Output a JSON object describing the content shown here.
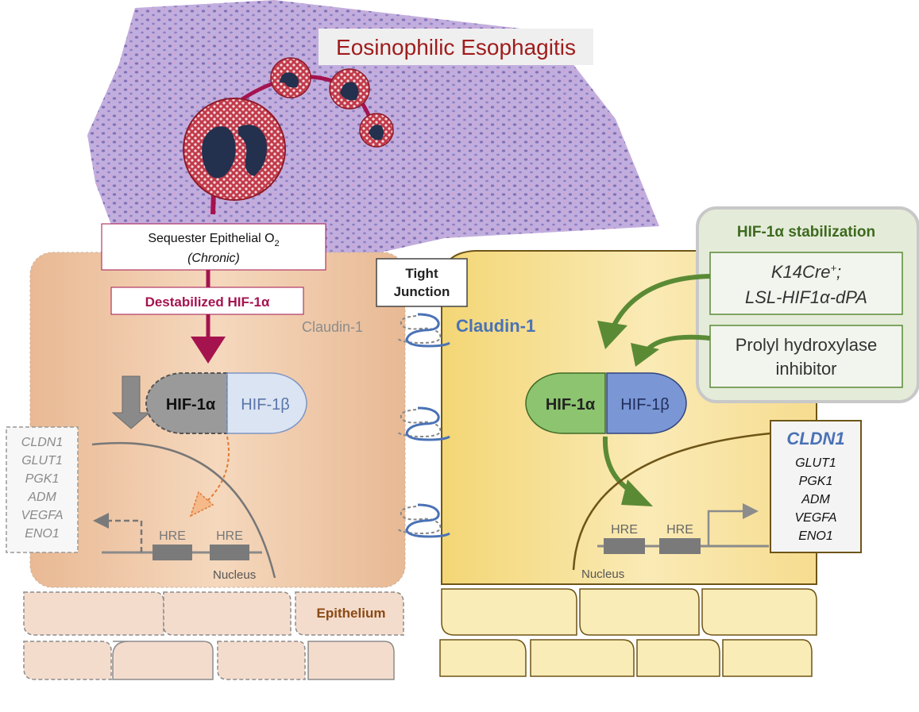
{
  "title": "Eosinophilic Esophagitis",
  "left_cell": {
    "sequester_line1": "Sequester Epithelial O",
    "sequester_sub": "2",
    "sequester_line2": "(Chronic)",
    "destabilized_label": "Destabilized HIF-1α",
    "hif_alpha": "HIF-1α",
    "hif_beta": "HIF-1β",
    "claudin_label": "Claudin-1",
    "genes": [
      "CLDN1",
      "GLUT1",
      "PGK1",
      "ADM",
      "VEGFA",
      "ENO1"
    ],
    "hre_1": "HRE",
    "hre_2": "HRE",
    "nucleus_label": "Nucleus"
  },
  "tight_junction": {
    "line1": "Tight",
    "line2": "Junction"
  },
  "right_cell": {
    "claudin_label": "Claudin-1",
    "hif_alpha": "HIF-1α",
    "hif_beta": "HIF-1β",
    "genes_highlight": "CLDN1",
    "genes": [
      "GLUT1",
      "PGK1",
      "ADM",
      "VEGFA",
      "ENO1"
    ],
    "hre_1": "HRE",
    "hre_2": "HRE",
    "nucleus_label": "Nucleus"
  },
  "stabilization": {
    "title": "HIF-1α stabilization",
    "box1_line1": "K14Cre",
    "box1_sup": "+",
    "box1_suffix": ";",
    "box1_line2": "LSL-HIF1α-dPA",
    "box2_line1": "Prolyl hydroxylase",
    "box2_line2": "inhibitor"
  },
  "epithelium_label": "Epithelium",
  "colors": {
    "title_red": "#a01c1c",
    "magenta": "#a5134f",
    "claudin_blue": "#4a72b5",
    "green_arrow": "#5b8a35",
    "left_cell_fill": "#f2cfae",
    "right_cell_fill": "#f6dc8a",
    "stabilization_bg": "#e4ecd9",
    "nucleus_brown": "#6e5518"
  }
}
